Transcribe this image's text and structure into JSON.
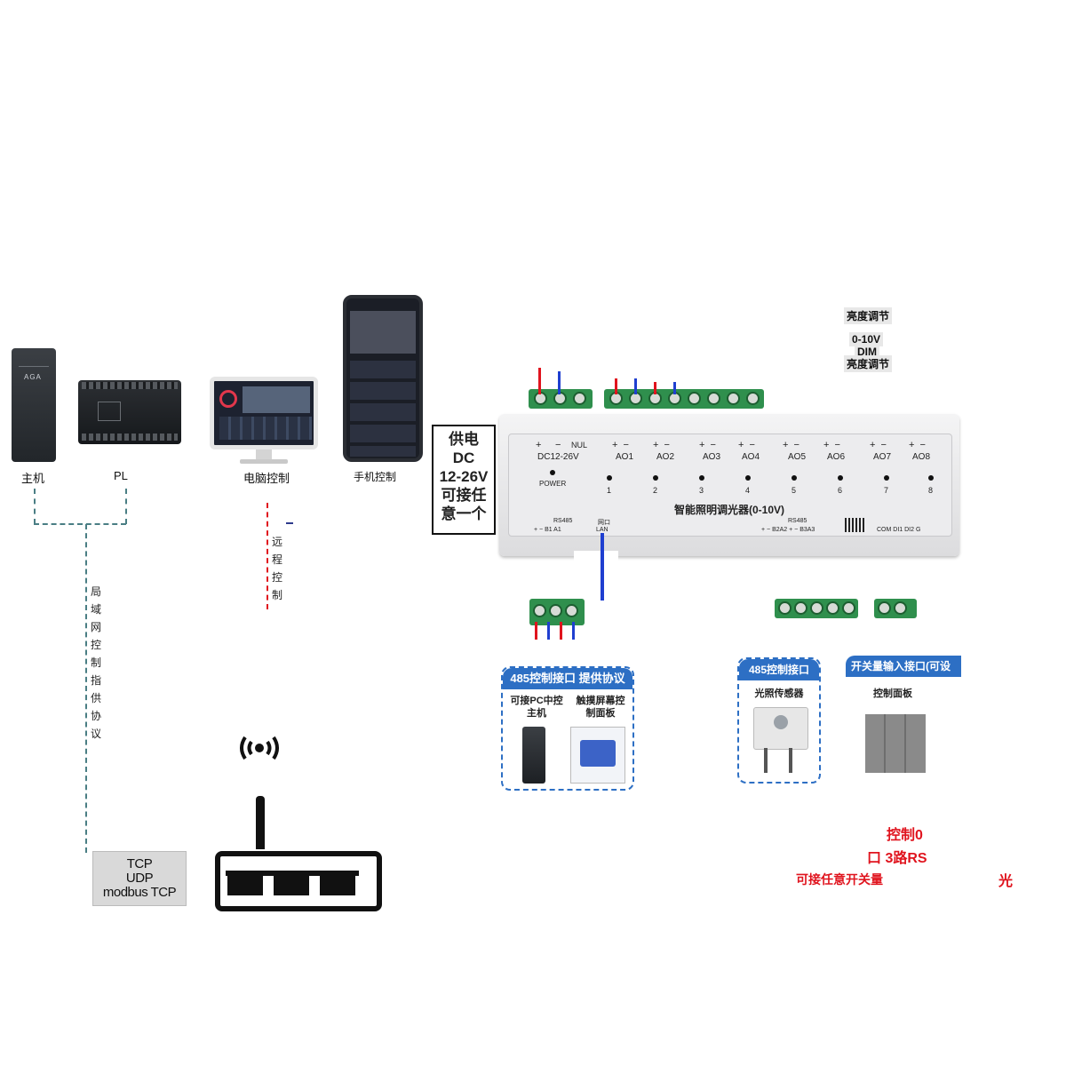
{
  "devices": {
    "host_label": "主机",
    "plc_label": "PL",
    "host_brand": "AGA",
    "computer_label": "电脑控制",
    "phone_label": "手机控制"
  },
  "lan_note": "局域网控制 指供协议",
  "remote_note": "远程控制",
  "protocols": [
    "TCP",
    "UDP",
    "modbus TCP"
  ],
  "power_supply": {
    "title": "供电",
    "line2": "DC",
    "line3": "12-26V",
    "line4": "可接任",
    "line5": "意一个"
  },
  "module": {
    "name": "智能照明调光器(0-10V)",
    "power_terminals": [
      "+",
      "−",
      "NUL"
    ],
    "power_spec": "DC12-26V",
    "power_led": "POWER",
    "channels": [
      "AO1",
      "AO2",
      "AO3",
      "AO4",
      "AO5",
      "AO6",
      "AO7",
      "AO8"
    ],
    "channel_numbers": [
      "1",
      "2",
      "3",
      "4",
      "5",
      "6",
      "7",
      "8"
    ],
    "rs485_left": "RS485",
    "rs485_left_pins": "+   −   B1 A1",
    "lan_cn": "网口",
    "lan": "LAN",
    "rs485_right": "RS485",
    "rs485_right_pins": "+  −   B2A2 +  −   B3A3",
    "di_pins": "COM  DI1  DI2  G"
  },
  "card_485_host": {
    "header": "485控制接口 提供协议",
    "left_text": "可接PC中控主机",
    "right_text": "触摸屏幕控制面板"
  },
  "card_light_sensor": {
    "header": "485控制接口",
    "text": "光照传感器"
  },
  "card_switch": {
    "header": "开关量输入接口(可设",
    "text": "控制面板"
  },
  "dim_notes": [
    "亮度调节",
    "0-10V",
    "DIM",
    "亮度调节"
  ],
  "red_notes": [
    "控制0",
    "口 3路RS",
    "可接任意开关量",
    "光"
  ],
  "colors": {
    "accent_blue": "#2d6fc4",
    "terminal_green": "#2f8f4d",
    "wire_red": "#e0141e",
    "wire_blue": "#1f3fd0",
    "dash": "#4a7e84"
  }
}
